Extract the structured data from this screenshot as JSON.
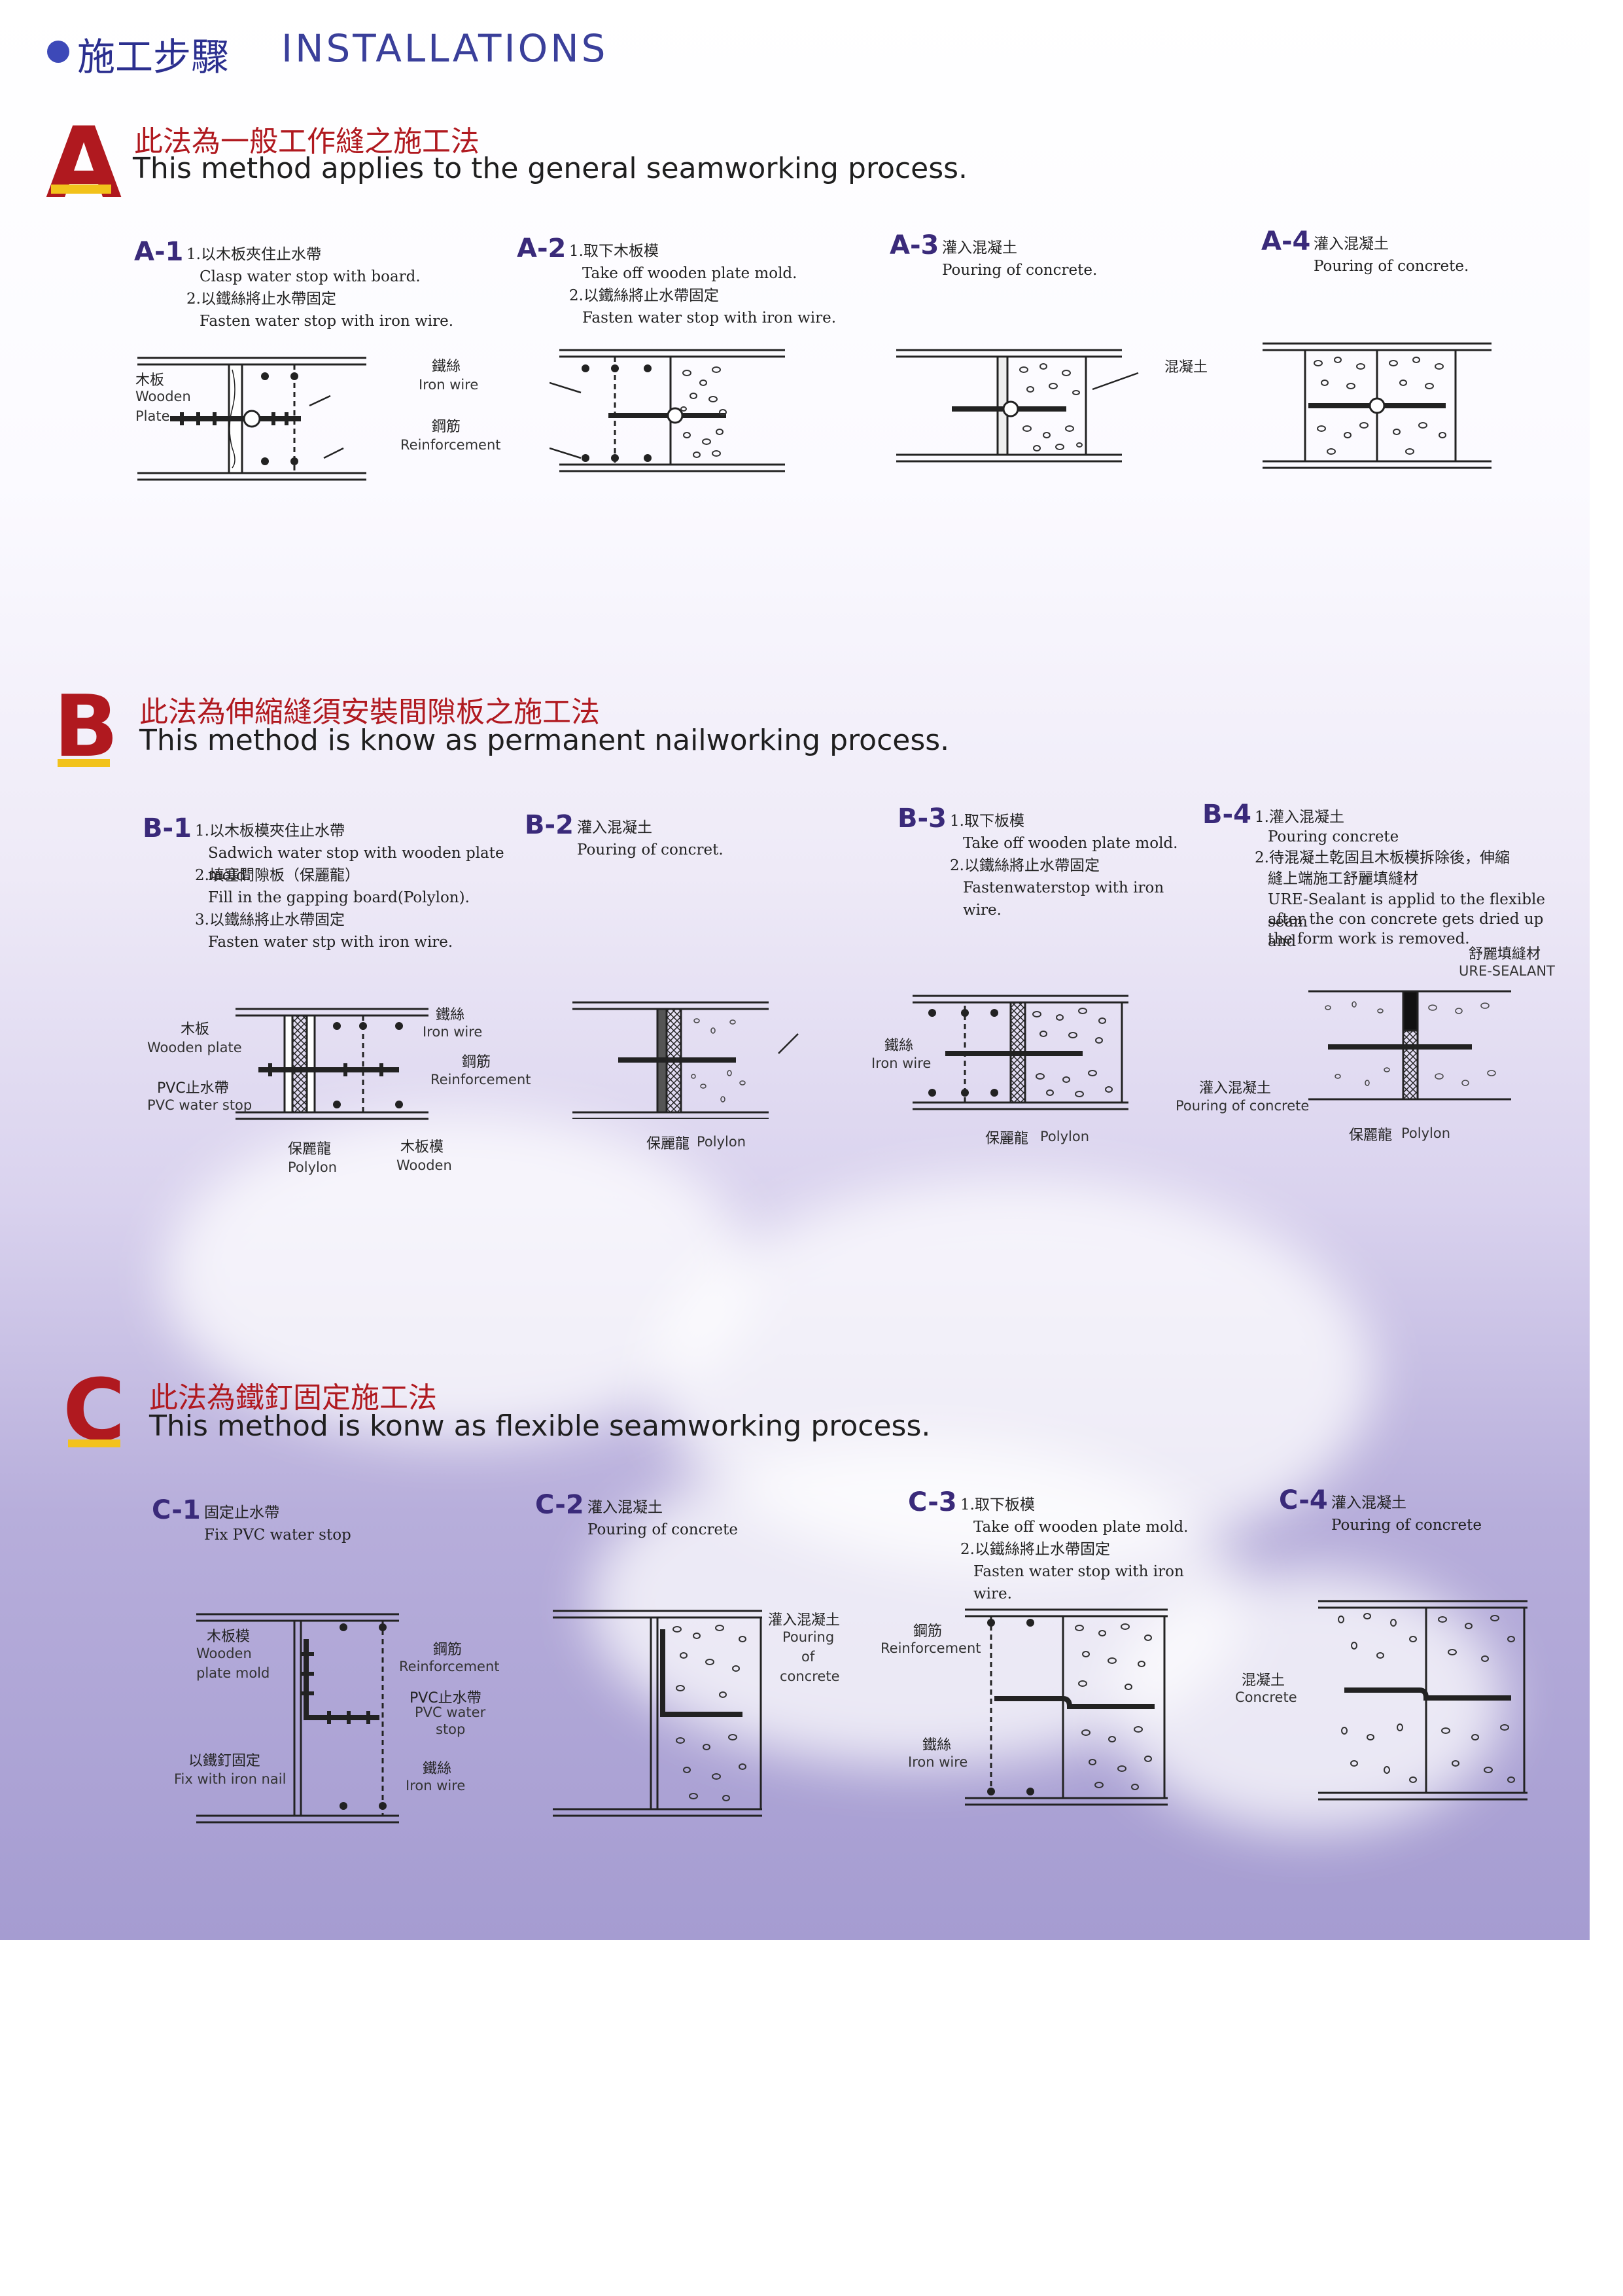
{
  "header": {
    "title_zh": "施工步驟",
    "title_en": "INSTALLATIONS"
  },
  "colors": {
    "accent_blue": "#2b2f8f",
    "section_red": "#b0191f",
    "step_purple": "#3a2a7a",
    "letter_yellow": "#f2c21b"
  },
  "sections": [
    {
      "letter": "A",
      "title_zh": "此法為一般工作縫之施工法",
      "title_en": "This method applies to the general seamworking process.",
      "steps": [
        {
          "id": "A-1",
          "lines": [
            "1.以木板夾住止水帶",
            "Clasp water stop with board.",
            "2.以鐵絲將止水帶固定",
            "Fasten water stop with iron wire."
          ]
        },
        {
          "id": "A-2",
          "lines": [
            "1.取下木板模",
            "Take off wooden plate mold.",
            "2.以鐵絲將止水帶固定",
            "Fasten water stop with iron wire."
          ]
        },
        {
          "id": "A-3",
          "lines": [
            "灌入混凝土",
            "Pouring of concrete."
          ]
        },
        {
          "id": "A-4",
          "lines": [
            "灌入混凝土",
            "Pouring of concrete."
          ]
        }
      ],
      "labels": {
        "wood_zh": "木板",
        "wood_en1": "Wooden",
        "wood_en2": "Plate",
        "iron_zh": "鐵絲",
        "iron_en": "Iron wire",
        "rebar_zh": "鋼筋",
        "rebar_en": "Reinforcement",
        "concrete_zh": "混凝土"
      }
    },
    {
      "letter": "B",
      "title_zh": "此法為伸縮縫須安裝間隙板之施工法",
      "title_en": "This method is know as permanent nailworking process.",
      "steps": [
        {
          "id": "B-1",
          "lines": [
            "1.以木板模夾住止水帶",
            "Sadwich water stop with wooden plate mold.",
            "2.填塞間隙板（保麗龍）",
            "Fill in the gapping board(Polylon).",
            "3.以鐵絲將止水帶固定",
            "Fasten water stp with iron wire."
          ]
        },
        {
          "id": "B-2",
          "lines": [
            "灌入混凝土",
            "Pouring of concret."
          ]
        },
        {
          "id": "B-3",
          "lines": [
            "1.取下板模",
            "Take off wooden plate mold.",
            "2.以鐵絲將止水帶固定",
            "Fastenwaterstop with iron wire."
          ]
        },
        {
          "id": "B-4",
          "lines": [
            "1.灌入混凝土",
            "Pouring concrete",
            "2.待混凝土乾固且木板模拆除後，伸縮",
            "縫上端施工舒麗填縫材",
            "URE-Sealant is applid to the flexible seam",
            "after the con concrete gets dried up and",
            "the form work is removed."
          ]
        }
      ],
      "labels": {
        "wood_zh": "木板",
        "wood_en": "Wooden plate",
        "pvc_zh": "PVC止水帶",
        "pvc_en": "PVC water stop",
        "iron_zh": "鐵絲",
        "iron_en": "Iron wire",
        "rebar_zh": "鋼筋",
        "rebar_en": "Reinforcement",
        "poly_zh": "保麗龍",
        "poly_en": "Polylon",
        "mold_zh": "木板模",
        "mold_en": "Wooden",
        "pour_zh": "灌入混凝土",
        "pour_en": "Pouring of concrete",
        "sealant_zh": "舒麗填縫材",
        "sealant_en": "URE-SEALANT"
      }
    },
    {
      "letter": "C",
      "title_zh": "此法為鐵釘固定施工法",
      "title_en": "This method is konw as flexible seamworking process.",
      "steps": [
        {
          "id": "C-1",
          "lines": [
            "固定止水帶",
            "Fix PVC water stop"
          ]
        },
        {
          "id": "C-2",
          "lines": [
            "灌入混凝土",
            "Pouring of concrete"
          ]
        },
        {
          "id": "C-3",
          "lines": [
            "1.取下板模",
            "Take off wooden plate mold.",
            "2.以鐵絲將止水帶固定",
            "Fasten water stop with iron wire."
          ]
        },
        {
          "id": "C-4",
          "lines": [
            "灌入混凝土",
            "Pouring of concrete"
          ]
        }
      ],
      "labels": {
        "mold_zh": "木板模",
        "mold_en1": "Wooden",
        "mold_en2": "plate mold",
        "rebar_zh": "鋼筋",
        "rebar_en": "Reinforcement",
        "pvc_zh": "PVC止水帶",
        "pvc_en1": "PVC water",
        "pvc_en2": "stop",
        "nail_zh": "以鐵釘固定",
        "nail_en": "Fix with iron nail",
        "iron_zh": "鐵絲",
        "iron_en": "Iron wire",
        "pour_zh": "灌入混凝土",
        "pour_en1": "Pouring",
        "pour_en2": "of",
        "pour_en3": "concrete",
        "concrete_zh": "混凝土",
        "concrete_en": "Concrete"
      }
    }
  ]
}
